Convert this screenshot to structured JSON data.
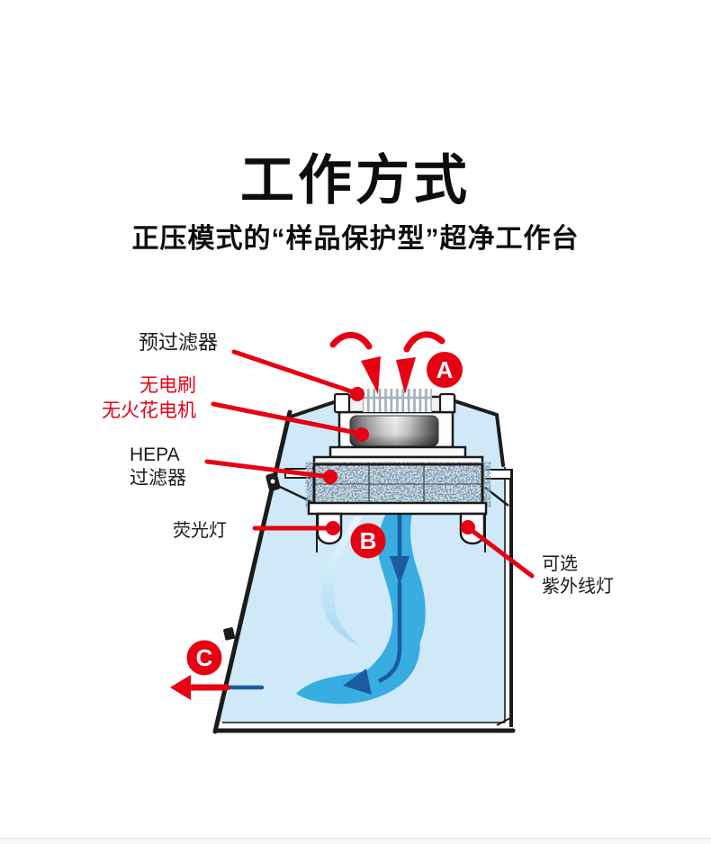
{
  "page": {
    "title": "工作方式",
    "subtitle": "正压模式的“样品保护型”超净工作台"
  },
  "colors": {
    "accent_red": "#e60012",
    "cabinet_blue": "#cfe9f8",
    "flow_blue": "#38ade2",
    "flow_light_blue": "#a9dbf2",
    "flow_line_blue": "#1b5b9e",
    "outline_black": "#1c1c1c"
  },
  "diagram": {
    "labels": {
      "pre_filter": "预过滤器",
      "motor_line1": "无电刷",
      "motor_line2": "无火花电机",
      "hepa_line1": "HEPA",
      "hepa_line2": "过滤器",
      "fluorescent": "荧光灯",
      "uv_line1": "可选",
      "uv_line2": "紫外线灯"
    },
    "badges": [
      {
        "letter": "A"
      },
      {
        "letter": "B"
      },
      {
        "letter": "C"
      }
    ]
  }
}
